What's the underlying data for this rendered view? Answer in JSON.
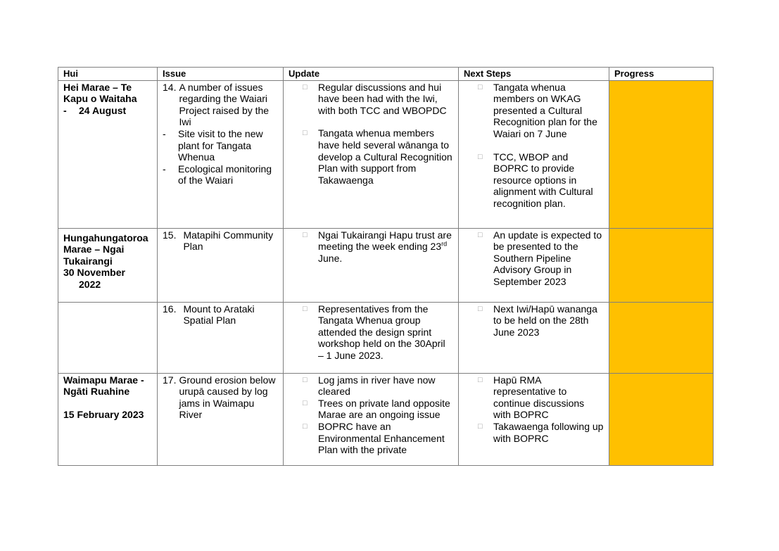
{
  "headers": [
    "Hui",
    "Issue",
    "Update",
    "Next Steps",
    "Progress"
  ],
  "row1": {
    "hui": [
      "Hei Marae – Te",
      "Kapu o Waitaha",
      "-",
      "24 August"
    ],
    "issue_num": "14.",
    "issue_main": "A number of issues regarding the Waiari Project raised by the Iwi",
    "issue_dash1": "Site visit to the new plant for Tangata Whenua",
    "issue_dash2": "Ecological monitoring of the Waiari",
    "update1": "Regular discussions and hui have been had with the Iwi, with both TCC and WBOPDC",
    "update2": "Tangata whenua members have held several wānanga to develop a Cultural Recognition Plan with support from Takawaenga",
    "next1": "Tangata whenua members on WKAG presented a Cultural Recognition plan for the Waiari on 7 June",
    "next2": "TCC, WBOP and BOPRC to provide resource options in alignment with Cultural recognition plan."
  },
  "row2": {
    "hui": [
      "Hungahungatoroa",
      "Marae – Ngai",
      "Tukairangi",
      "30 November",
      "2022"
    ],
    "issue_num": "15.",
    "issue_main": "Matapihi Community Plan",
    "update1_a": "Ngai Tukairangi Hapu trust are meeting the week ending 23",
    "update1_sup": "rd",
    "update1_b": " June.",
    "next1": "An update is expected to be presented to the Southern Pipeline Advisory Group in September 2023"
  },
  "row3": {
    "issue_num": "16.",
    "issue_main": "Mount to Arataki Spatial Plan",
    "update1": "Representatives from the Tangata Whenua group attended the design sprint workshop held on the 30April – 1 June 2023.",
    "next1": "Next Iwi/Hapū wananga to be held on the 28th June 2023"
  },
  "row4": {
    "hui": [
      "Waimapu Marae -",
      "Ngāti Ruahine",
      "",
      "15 February 2023"
    ],
    "issue_num": "17.",
    "issue_main": "Ground erosion below urupā caused by log jams in Waimapu River",
    "update1": "Log jams in river have now cleared",
    "update2": "Trees on private land opposite Marae are an ongoing issue",
    "update3": "BOPRC have an Environmental Enhancement Plan with the private",
    "next1": "Hapū RMA representative to continue discussions with BOPRC",
    "next2": "Takawaenga following up with BOPRC"
  },
  "colors": {
    "progress": "#ffc000",
    "border": "#7f7f7f"
  },
  "icons": {
    "bullet": "box-bullet-icon"
  }
}
